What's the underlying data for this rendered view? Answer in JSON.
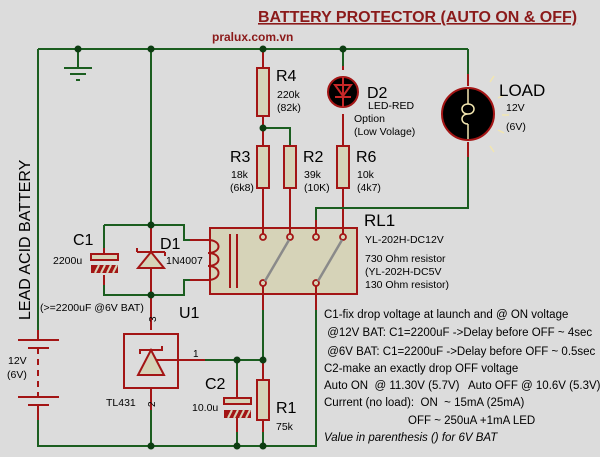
{
  "title": "BATTERY PROTECTOR (AUTO ON & OFF)",
  "website": "pralux.com.vn",
  "battery": {
    "label": "LEAD ACID BATTERY",
    "voltage": "12V",
    "voltage_alt": "(6V)"
  },
  "components": {
    "r4": {
      "ref": "R4",
      "value": "220k",
      "alt": "(82k)"
    },
    "r3": {
      "ref": "R3",
      "value": "18k",
      "alt": "(6k8)"
    },
    "r2": {
      "ref": "R2",
      "value": "39k",
      "alt": "(10K)"
    },
    "r6": {
      "ref": "R6",
      "value": "10k",
      "alt": "(4k7)"
    },
    "r1": {
      "ref": "R1",
      "value": "75k"
    },
    "d2": {
      "ref": "D2",
      "value": "LED-RED",
      "note1": "Option",
      "note2": "(Low Volage)"
    },
    "d1": {
      "ref": "D1",
      "value": "1N4007"
    },
    "c1": {
      "ref": "C1",
      "value": "2200u",
      "note": "(>=2200uF @6V BAT)"
    },
    "c2": {
      "ref": "C2",
      "value": "10.0u"
    },
    "u1": {
      "ref": "U1",
      "value": "TL431",
      "pin1": "1",
      "pin2": "2",
      "pin3": "3"
    },
    "rl1": {
      "ref": "RL1",
      "model": "YL-202H-DC12V",
      "line1": "730 Ohm resistor",
      "line2": "(YL-202H-DC5V",
      "line3": "130 Ohm resistor)"
    },
    "load": {
      "ref": "LOAD",
      "value": "12V",
      "alt": "(6V)"
    }
  },
  "notes": [
    "C1-fix drop voltage at launch and @ ON voltage",
    " @12V BAT: C1=2200uF ->Delay before OFF ~ 4sec",
    " @6V BAT: C1=2200uF ->Delay before OFF ~ 0.5sec",
    "C2-make an exactly drop OFF voltage",
    "Auto ON  @ 11.30V (5.7V)",
    "Auto OFF @ 10.6V (5.3V)",
    "Current (no load):  ON  ~ 15mA (25mA)",
    "OFF ~ 250uA +1mA LED"
  ],
  "footnote": "Value in parenthesis () for 6V BAT",
  "colors": {
    "wire_green": "#1b5e20",
    "wire_red": "#a31515",
    "title_red": "#8b1a1a",
    "component_fill": "#d6d3b8",
    "background": "#dcdcdc"
  }
}
